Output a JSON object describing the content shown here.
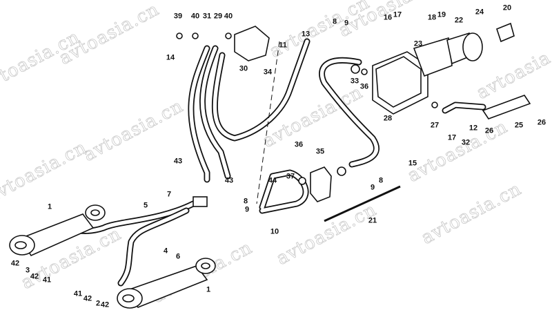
{
  "diagram": {
    "type": "hydraulic steering system exploded parts diagram",
    "watermark": "avtoasia.cn",
    "part_labels": [
      "39",
      "40",
      "31",
      "29",
      "40",
      "11",
      "13",
      "8",
      "9",
      "16",
      "17",
      "18",
      "19",
      "23",
      "22",
      "24",
      "20",
      "14",
      "30",
      "34",
      "33",
      "36",
      "28",
      "27",
      "17",
      "32",
      "12",
      "26",
      "25",
      "26",
      "36",
      "35",
      "15",
      "43",
      "43",
      "37",
      "44",
      "8",
      "9",
      "7",
      "8",
      "5",
      "9",
      "21",
      "10",
      "1",
      "4",
      "6",
      "42",
      "3",
      "42",
      "41",
      "41",
      "42",
      "2",
      "42",
      "1"
    ]
  }
}
